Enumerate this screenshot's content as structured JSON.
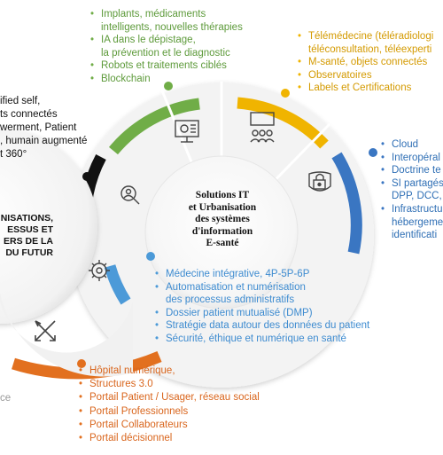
{
  "center": {
    "line1": "Solutions IT",
    "line2": "et Urbanisation",
    "line3": "des systèmes",
    "line4": "d'information",
    "line5": "E-santé"
  },
  "left_partial": {
    "text_lines": [
      "ified self,",
      "ts connectés",
      "werment,  Patient",
      ", humain augmenté",
      "t 360°"
    ],
    "title_lines": [
      "NISATIONS,",
      "ESSUS ET",
      "ERS DE LA",
      "DU FUTUR"
    ],
    "bottom_fragment": "ce"
  },
  "groups": {
    "green": {
      "color": "#70ad47",
      "items": [
        {
          "line1": "Implants, médicaments",
          "line2": "intelligents, nouvelles thérapies"
        },
        {
          "line1": "IA dans le dépistage,",
          "line2": "la prévention et le diagnostic"
        },
        {
          "line1": "Robots et traitements ciblés"
        },
        {
          "line1": "Blockchain"
        }
      ]
    },
    "yellow": {
      "color": "#f0b400",
      "items": [
        {
          "line1": "Télémédecine (téléradiologi",
          "line2": "téléconsultation, téléexperti"
        },
        {
          "line1": "M-santé, objets connectés"
        },
        {
          "line1": "Observatoires"
        },
        {
          "line1": "Labels et Certifications"
        }
      ]
    },
    "blue": {
      "color": "#3a76c2",
      "items": [
        {
          "line1": "Cloud"
        },
        {
          "line1": "Interopéral"
        },
        {
          "line1": "Doctrine te"
        },
        {
          "line1": "SI partagés",
          "line2": "DPP, DCC, I"
        },
        {
          "line1": "Infrastructu",
          "line2": "hébergeme",
          "line3": "identificati"
        }
      ]
    },
    "lightblue": {
      "color": "#4c9ad8",
      "items": [
        {
          "line1": "Médecine intégrative, 4P-5P-6P"
        },
        {
          "line1": "Automatisation et numérisation",
          "line2": "des processus administratifs"
        },
        {
          "line1": "Dossier patient mutualisé (DMP)"
        },
        {
          "line1": "Stratégie data autour des données du patient"
        },
        {
          "line1": "Sécurité, éthique et numérique  en santé"
        }
      ]
    },
    "orange": {
      "color": "#e2701f",
      "items": [
        {
          "line1": "Hôpital numérique,"
        },
        {
          "line1": "Structures  3.0"
        },
        {
          "line1": "Portail Patient / Usager, réseau social"
        },
        {
          "line1": "Portail Professionnels"
        },
        {
          "line1": "Portail Collaborateurs"
        },
        {
          "line1": "Portail décisionnel"
        }
      ]
    }
  },
  "icons": {
    "presentation": "presentation-chart-icon",
    "meeting": "meeting-screen-icon",
    "security": "padlock-shield-icon",
    "search": "magnifier-person-icon",
    "gear": "gear-head-icon",
    "arrows": "crossing-arrows-icon"
  }
}
